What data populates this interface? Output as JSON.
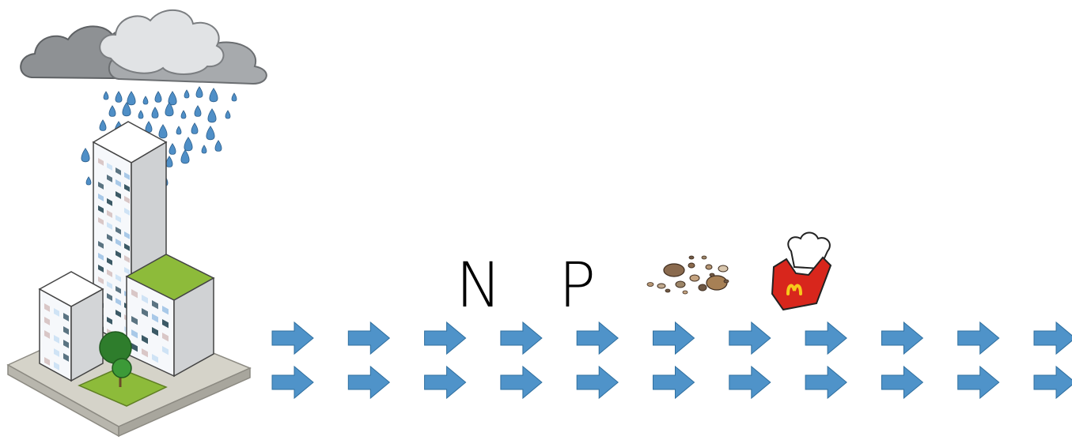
{
  "labels": {
    "nitrogen": "N",
    "phosphorus": "P"
  },
  "icons": {
    "city": "city-buildings-icon",
    "rain": "rain-cloud-icon",
    "sediment": "sediment-pebbles-icon",
    "litter": "fast-food-fries-icon",
    "flow": "flow-arrow-icon"
  },
  "flow": {
    "rows": 2,
    "arrows_per_row": 11
  },
  "colors": {
    "arrow": "#4f93c9",
    "arrow_stroke": "#2f6f9f",
    "roof_green": "#8dbb3a",
    "cloud": "#b9bcbf",
    "fries_red": "#d8261c",
    "logo_yellow": "#f7c91b"
  }
}
